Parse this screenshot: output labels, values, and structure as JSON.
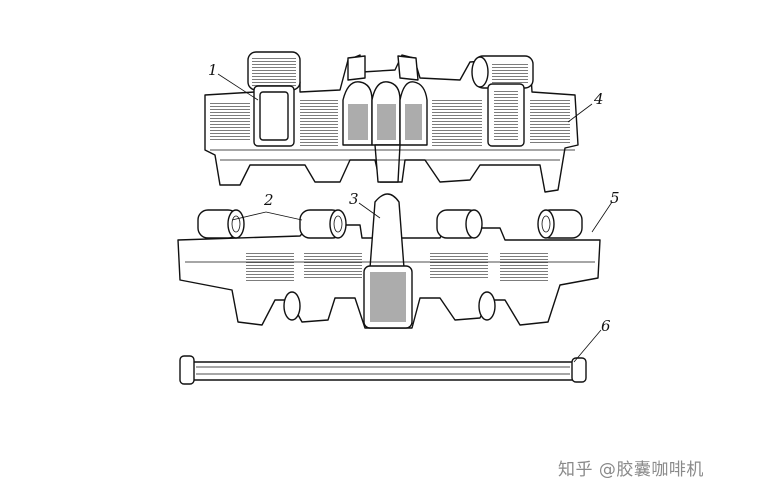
{
  "callouts": {
    "c1": "1",
    "c2": "2",
    "c3": "3",
    "c4": "4",
    "c5": "5",
    "c6": "6"
  },
  "watermark": "知乎 @胶囊咖啡机"
}
